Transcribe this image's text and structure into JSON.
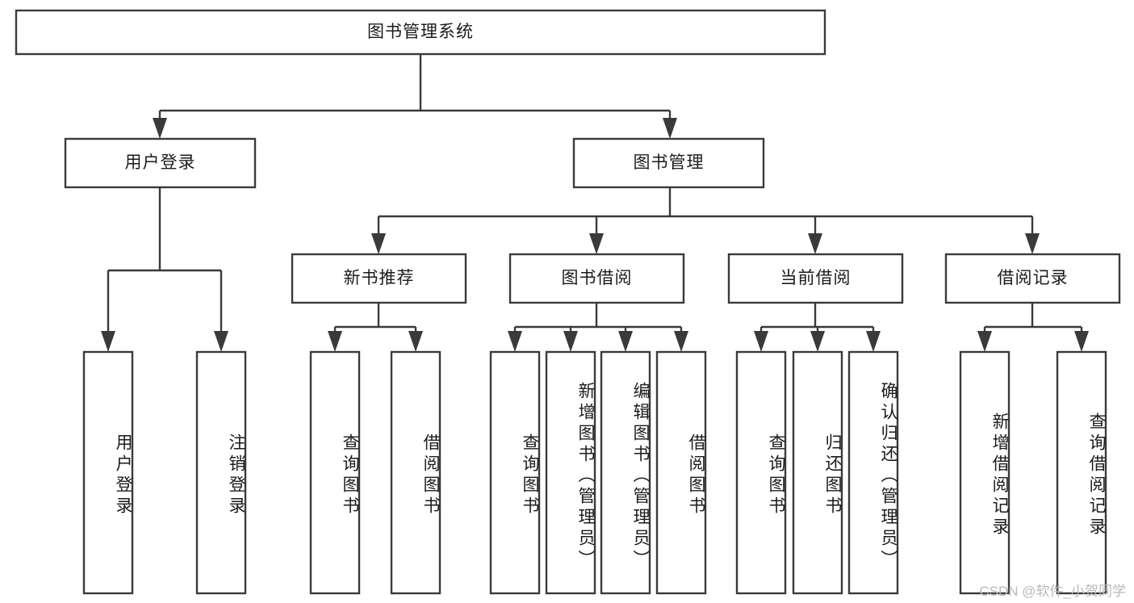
{
  "diagram": {
    "title": "图书管理系统",
    "type": "hierarchy-tree",
    "root": {
      "id": "root",
      "label": "图书管理系统",
      "orientation": "horizontal"
    },
    "level2": [
      {
        "id": "user-login",
        "label": "用户登录",
        "orientation": "horizontal"
      },
      {
        "id": "book-manage",
        "label": "图书管理",
        "orientation": "horizontal"
      }
    ],
    "level3": [
      {
        "id": "new-book-recommend",
        "label": "新书推荐",
        "orientation": "horizontal",
        "parent": "book-manage"
      },
      {
        "id": "book-borrow",
        "label": "图书借阅",
        "orientation": "horizontal",
        "parent": "book-manage"
      },
      {
        "id": "current-borrow",
        "label": "当前借阅",
        "orientation": "horizontal",
        "parent": "book-manage"
      },
      {
        "id": "borrow-record",
        "label": "借阅记录",
        "orientation": "horizontal",
        "parent": "book-manage"
      }
    ],
    "leaves": [
      {
        "id": "leaf-user-login",
        "label": "用户登录",
        "orientation": "vertical",
        "parent": "user-login"
      },
      {
        "id": "leaf-logout-login",
        "label": "注销登录",
        "orientation": "vertical",
        "parent": "user-login"
      },
      {
        "id": "leaf-query-book-1",
        "label": "查询图书",
        "orientation": "vertical",
        "parent": "new-book-recommend"
      },
      {
        "id": "leaf-borrow-book-1",
        "label": "借阅图书",
        "orientation": "vertical",
        "parent": "new-book-recommend"
      },
      {
        "id": "leaf-query-book-2",
        "label": "查询图书",
        "orientation": "vertical",
        "parent": "book-borrow"
      },
      {
        "id": "leaf-add-book",
        "label": "新增图书（管理员）",
        "orientation": "vertical",
        "parent": "book-borrow"
      },
      {
        "id": "leaf-edit-book",
        "label": "编辑图书（管理员）",
        "orientation": "vertical",
        "parent": "book-borrow"
      },
      {
        "id": "leaf-borrow-book-2",
        "label": "借阅图书",
        "orientation": "vertical",
        "parent": "book-borrow"
      },
      {
        "id": "leaf-query-book-3",
        "label": "查询图书",
        "orientation": "vertical",
        "parent": "current-borrow"
      },
      {
        "id": "leaf-return-book",
        "label": "归还图书",
        "orientation": "vertical",
        "parent": "current-borrow"
      },
      {
        "id": "leaf-confirm-return",
        "label": "确认归还（管理员）",
        "orientation": "vertical",
        "parent": "current-borrow"
      },
      {
        "id": "leaf-add-record",
        "label": "新增借阅记录",
        "orientation": "vertical",
        "parent": "borrow-record"
      },
      {
        "id": "leaf-query-record",
        "label": "查询借阅记录",
        "orientation": "vertical",
        "parent": "borrow-record"
      }
    ],
    "colors": {
      "stroke": "#3a3a3a",
      "fill": "#ffffff",
      "text": "#1b1b1b",
      "watermark": "#b9b9b9"
    }
  },
  "watermark": {
    "text": "CSDN @软件_小贺同学"
  }
}
